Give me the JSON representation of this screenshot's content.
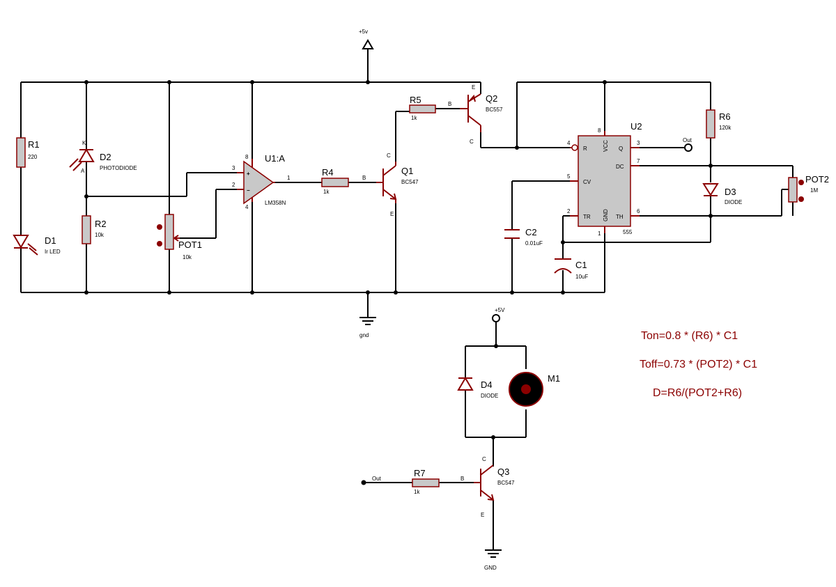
{
  "supply": {
    "top_label": "+5v",
    "gnd_label": "gnd",
    "motor_supply_label": "+5V",
    "motor_gnd_label": "GND"
  },
  "components": {
    "r1": {
      "ref": "R1",
      "value": "220"
    },
    "d1": {
      "ref": "D1",
      "value": "Ir LED"
    },
    "d2": {
      "ref": "D2",
      "value": "PHOTODIODE",
      "pin_k": "K",
      "pin_a": "A"
    },
    "r2": {
      "ref": "R2",
      "value": "10k"
    },
    "pot1": {
      "ref": "POT1",
      "value": "10k"
    },
    "u1": {
      "ref": "U1:A",
      "value": "LM358N",
      "pin8": "8",
      "pin4": "4",
      "pin3": "3",
      "pin2": "2",
      "pin1": "1",
      "plus": "+",
      "minus": "−"
    },
    "r4": {
      "ref": "R4",
      "value": "1k"
    },
    "q1": {
      "ref": "Q1",
      "value": "BC547",
      "b": "B",
      "c": "C",
      "e": "E"
    },
    "r5": {
      "ref": "R5",
      "value": "1k"
    },
    "q2": {
      "ref": "Q2",
      "value": "BC557",
      "b": "B",
      "c": "C",
      "e": "E"
    },
    "u2": {
      "ref": "U2",
      "value": "555",
      "p_r": "R",
      "p_vcc": "VCC",
      "p_q": "Q",
      "p_dc": "DC",
      "p_cv": "CV",
      "p_tr": "TR",
      "p_gnd": "GND",
      "p_th": "TH",
      "n4": "4",
      "n8": "8",
      "n3": "3",
      "n7": "7",
      "n5": "5",
      "n2": "2",
      "n6": "6",
      "n1": "1"
    },
    "out_label": "Out",
    "r6": {
      "ref": "R6",
      "value": "120k"
    },
    "d3": {
      "ref": "D3",
      "value": "DIODE"
    },
    "pot2": {
      "ref": "POT2",
      "value": "1M"
    },
    "c2": {
      "ref": "C2",
      "value": "0.01uF"
    },
    "c1": {
      "ref": "C1",
      "value": "10uF"
    },
    "d4": {
      "ref": "D4",
      "value": "DIODE"
    },
    "m1": {
      "ref": "M1"
    },
    "r7": {
      "ref": "R7",
      "value": "1k"
    },
    "q3": {
      "ref": "Q3",
      "value": "BC547",
      "b": "B",
      "c": "C",
      "e": "E"
    },
    "out_in_label": "Out"
  },
  "formulas": {
    "ton": "Ton=0.8 * (R6) * C1",
    "toff": "Toff=0.73 * (POT2) * C1",
    "duty": "D=R6/(POT2+R6)"
  }
}
